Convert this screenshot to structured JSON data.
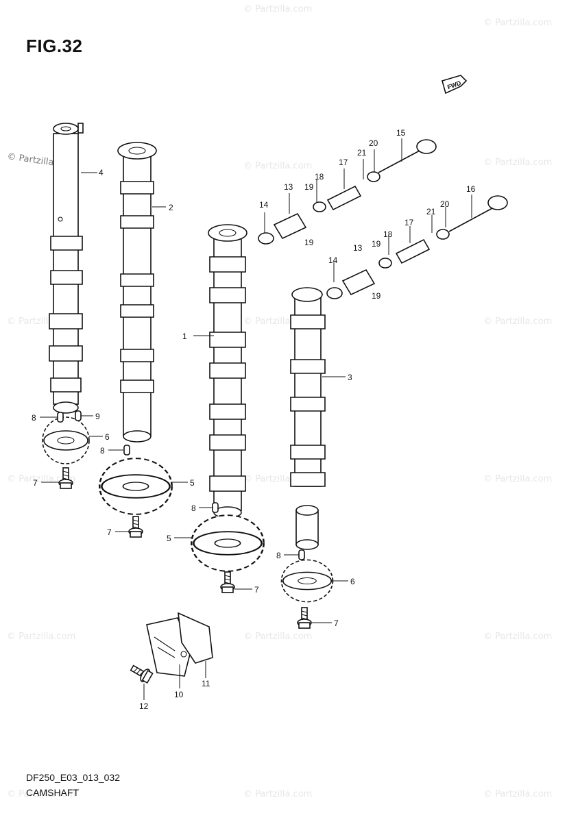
{
  "figure_title": "FIG.32",
  "direction_badge": "FWD",
  "watermark": "© Partzilla.com",
  "footer_code": "DF250_E03_013_032",
  "footer_name": "CAMSHAFT",
  "callouts": [
    "1",
    "2",
    "3",
    "4",
    "5",
    "5",
    "6",
    "6",
    "7",
    "7",
    "7",
    "7",
    "8",
    "8",
    "8",
    "8",
    "9",
    "10",
    "11",
    "12",
    "13",
    "13",
    "14",
    "14",
    "15",
    "16",
    "17",
    "17",
    "18",
    "18",
    "19",
    "19",
    "19",
    "19",
    "20",
    "20",
    "21",
    "21"
  ]
}
